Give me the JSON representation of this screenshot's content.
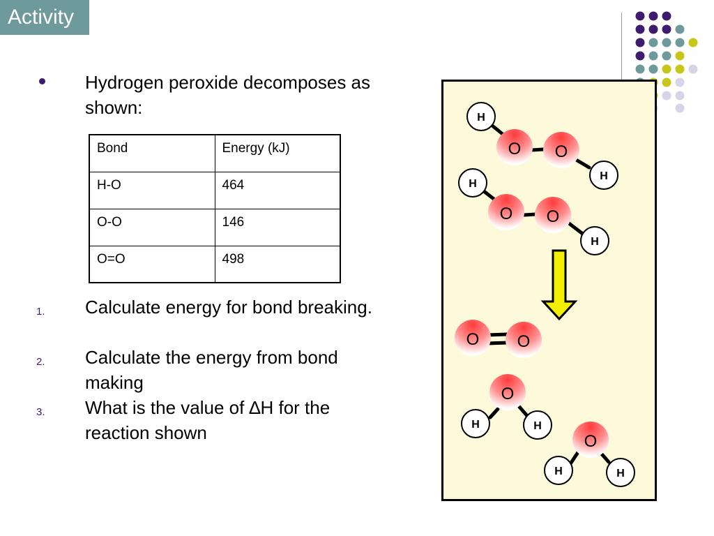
{
  "header": {
    "title": "Activity"
  },
  "intro": {
    "text": "Hydrogen peroxide decomposes as shown:"
  },
  "table": {
    "headers": [
      "Bond",
      "Energy (kJ)"
    ],
    "rows": [
      [
        "H-O",
        "464"
      ],
      [
        "O-O",
        "146"
      ],
      [
        "O=O",
        "498"
      ]
    ]
  },
  "questions": [
    {
      "number": "1.",
      "text": "Calculate energy for bond breaking."
    },
    {
      "number": "2.",
      "text": "Calculate the energy from bond making"
    },
    {
      "number": "3.",
      "text": "What is the value of ∆H for the reaction shown"
    }
  ],
  "diagram": {
    "oxygen_label": "O",
    "hydrogen_label": "H"
  },
  "colors": {
    "title_bg": "#6e9a9c",
    "bullet": "#3d1b6e",
    "panel_bg": "#fdfadc",
    "arrow": "#f2ee00",
    "dot_purple": "#3d1b6e",
    "dot_teal": "#6e9a9c",
    "dot_yellow": "#c9c61a",
    "dot_lavender": "#d6d4e6"
  }
}
